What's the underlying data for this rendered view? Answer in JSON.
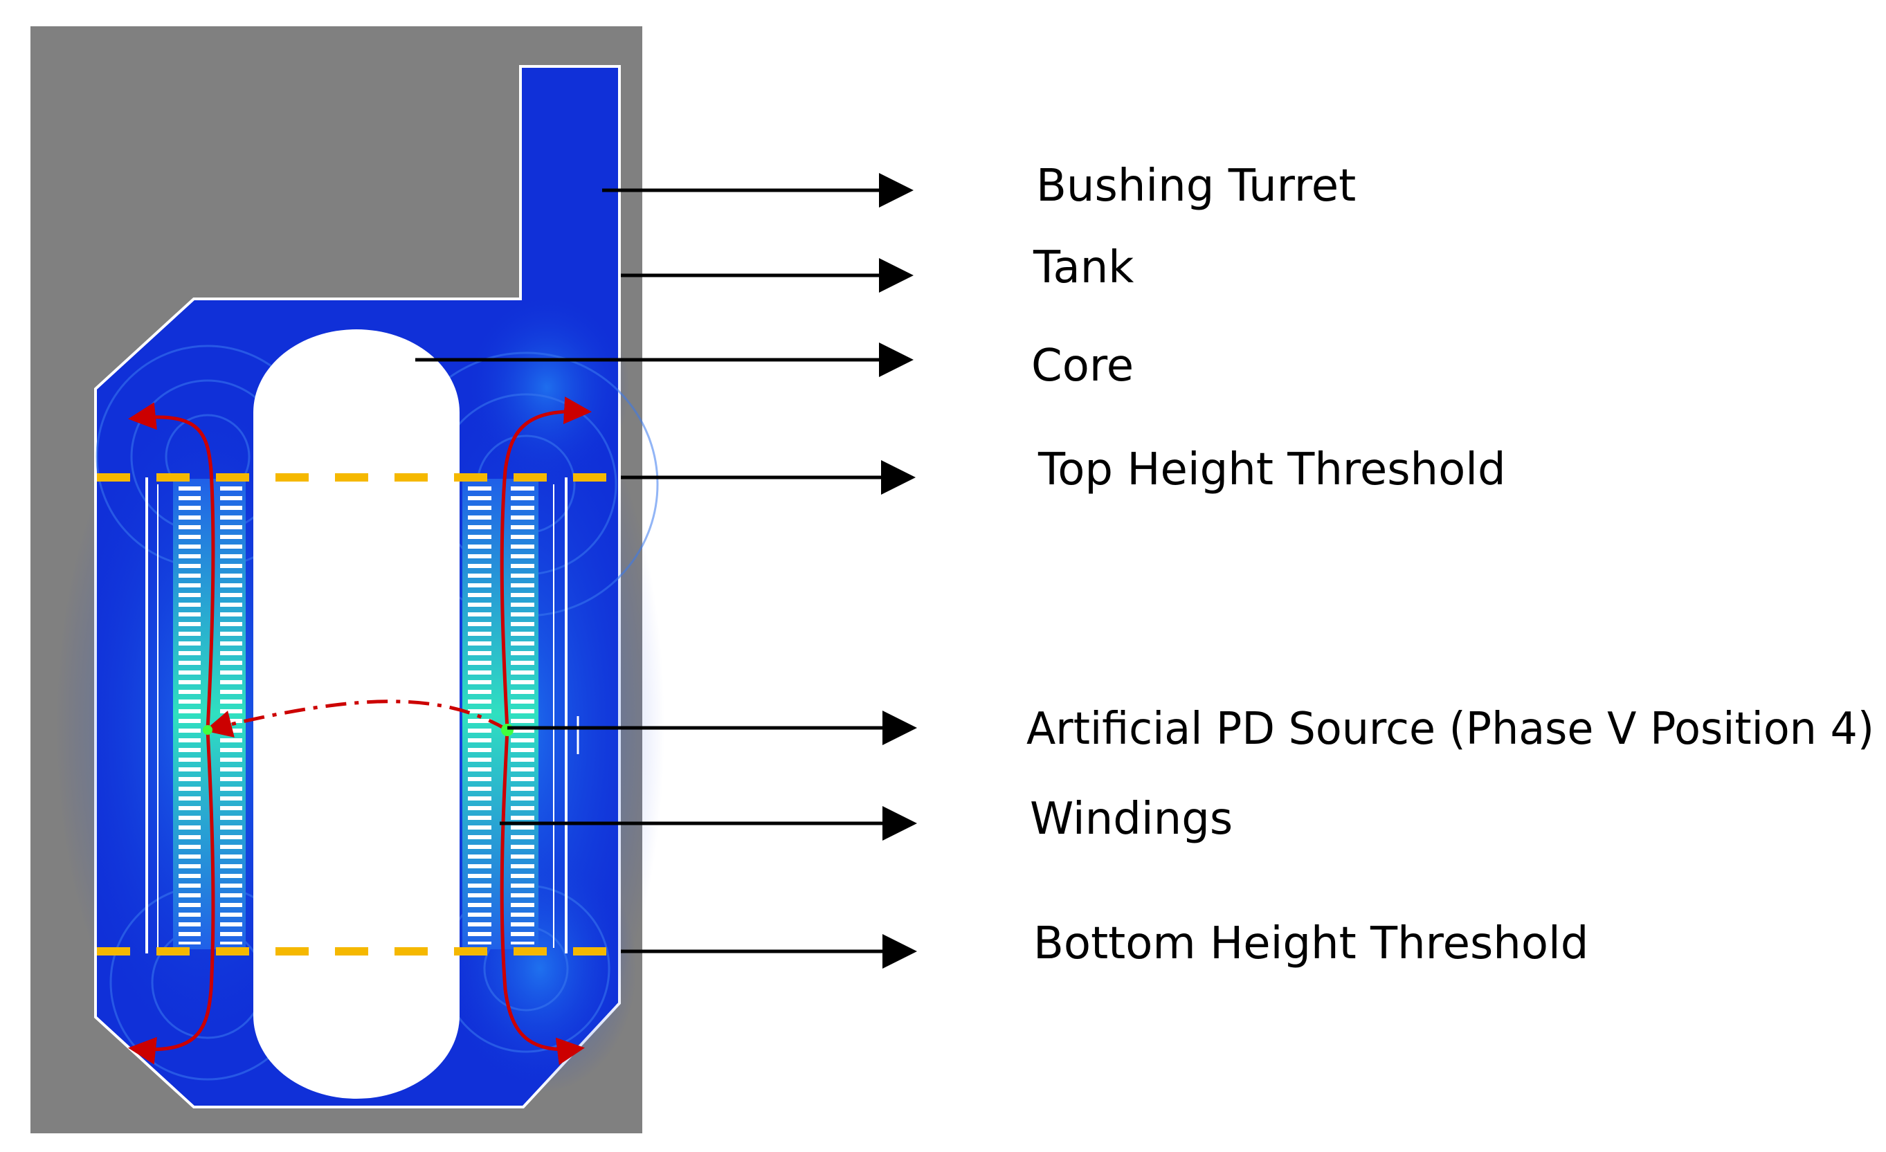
{
  "labels": {
    "bushing_turret": "Bushing Turret",
    "tank": "Tank",
    "core": "Core",
    "top_threshold": "Top Height Threshold",
    "pd_source": "Artificial PD Source (Phase V Position 4)",
    "windings": "Windings",
    "bottom_threshold": "Bottom Height Threshold"
  },
  "colors": {
    "background_gray": "#808080",
    "field_blue": "#1030d8",
    "threshold_line": "#f5b800",
    "propagation_arrow": "#cc0000",
    "pointer_arrow": "#000000"
  }
}
